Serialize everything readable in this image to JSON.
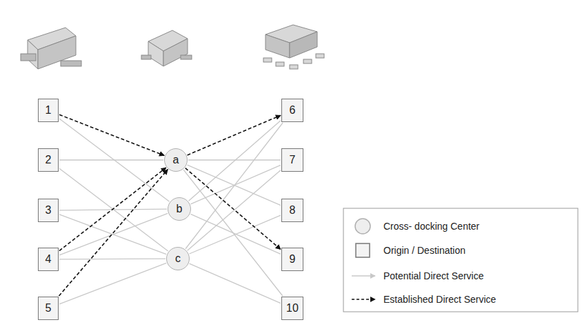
{
  "diagram": {
    "nodes": [
      {
        "text": [
          "1"
        ]
      },
      {
        "text": [
          "2"
        ]
      },
      {
        "text": [
          "3"
        ]
      },
      {
        "text": [
          "4"
        ]
      },
      {
        "text": [
          "5"
        ]
      },
      {
        "text": [
          "a"
        ]
      },
      {
        "text": [
          "b"
        ]
      },
      {
        "text": [
          "c"
        ]
      },
      {
        "text": [
          "6"
        ]
      },
      {
        "text": [
          "7"
        ]
      },
      {
        "text": [
          "8"
        ]
      },
      {
        "text": [
          "9"
        ]
      },
      {
        "text": [
          "10"
        ]
      }
    ],
    "edges": [
      {
        "from": 0,
        "to": 6,
        "arrow": "none"
      },
      {
        "from": 1,
        "to": 5,
        "arrow": "none"
      },
      {
        "from": 1,
        "to": 7,
        "arrow": "none"
      },
      {
        "from": 2,
        "to": 6,
        "arrow": "none"
      },
      {
        "from": 2,
        "to": 7,
        "arrow": "none"
      },
      {
        "from": 3,
        "to": 6,
        "arrow": "none"
      },
      {
        "from": 3,
        "to": 7,
        "arrow": "none"
      },
      {
        "from": 4,
        "to": 7,
        "arrow": "none"
      },
      {
        "from": 5,
        "to": 9,
        "arrow": "none"
      },
      {
        "from": 5,
        "to": 10,
        "arrow": "none"
      },
      {
        "from": 5,
        "to": 12,
        "arrow": "none"
      },
      {
        "from": 6,
        "to": 8,
        "arrow": "none"
      },
      {
        "from": 6,
        "to": 9,
        "arrow": "none"
      },
      {
        "from": 6,
        "to": 11,
        "arrow": "none"
      },
      {
        "from": 7,
        "to": 8,
        "arrow": "none"
      },
      {
        "from": 7,
        "to": 9,
        "arrow": "none"
      },
      {
        "from": 7,
        "to": 10,
        "arrow": "none"
      },
      {
        "from": 7,
        "to": 12,
        "arrow": "none"
      },
      {
        "from": 0,
        "to": 5,
        "arrow": "to"
      },
      {
        "from": 3,
        "to": 5,
        "arrow": "to"
      },
      {
        "from": 4,
        "to": 5,
        "arrow": "to"
      },
      {
        "from": 5,
        "to": 8,
        "arrow": "to"
      },
      {
        "from": 5,
        "to": 11,
        "arrow": "to"
      }
    ],
    "legend": [
      {
        "text": "Cross- docking Center"
      },
      {
        "text": "Origin / Destination"
      },
      {
        "text": "Potential Direct Service"
      },
      {
        "text": "Established Direct Service"
      }
    ]
  }
}
